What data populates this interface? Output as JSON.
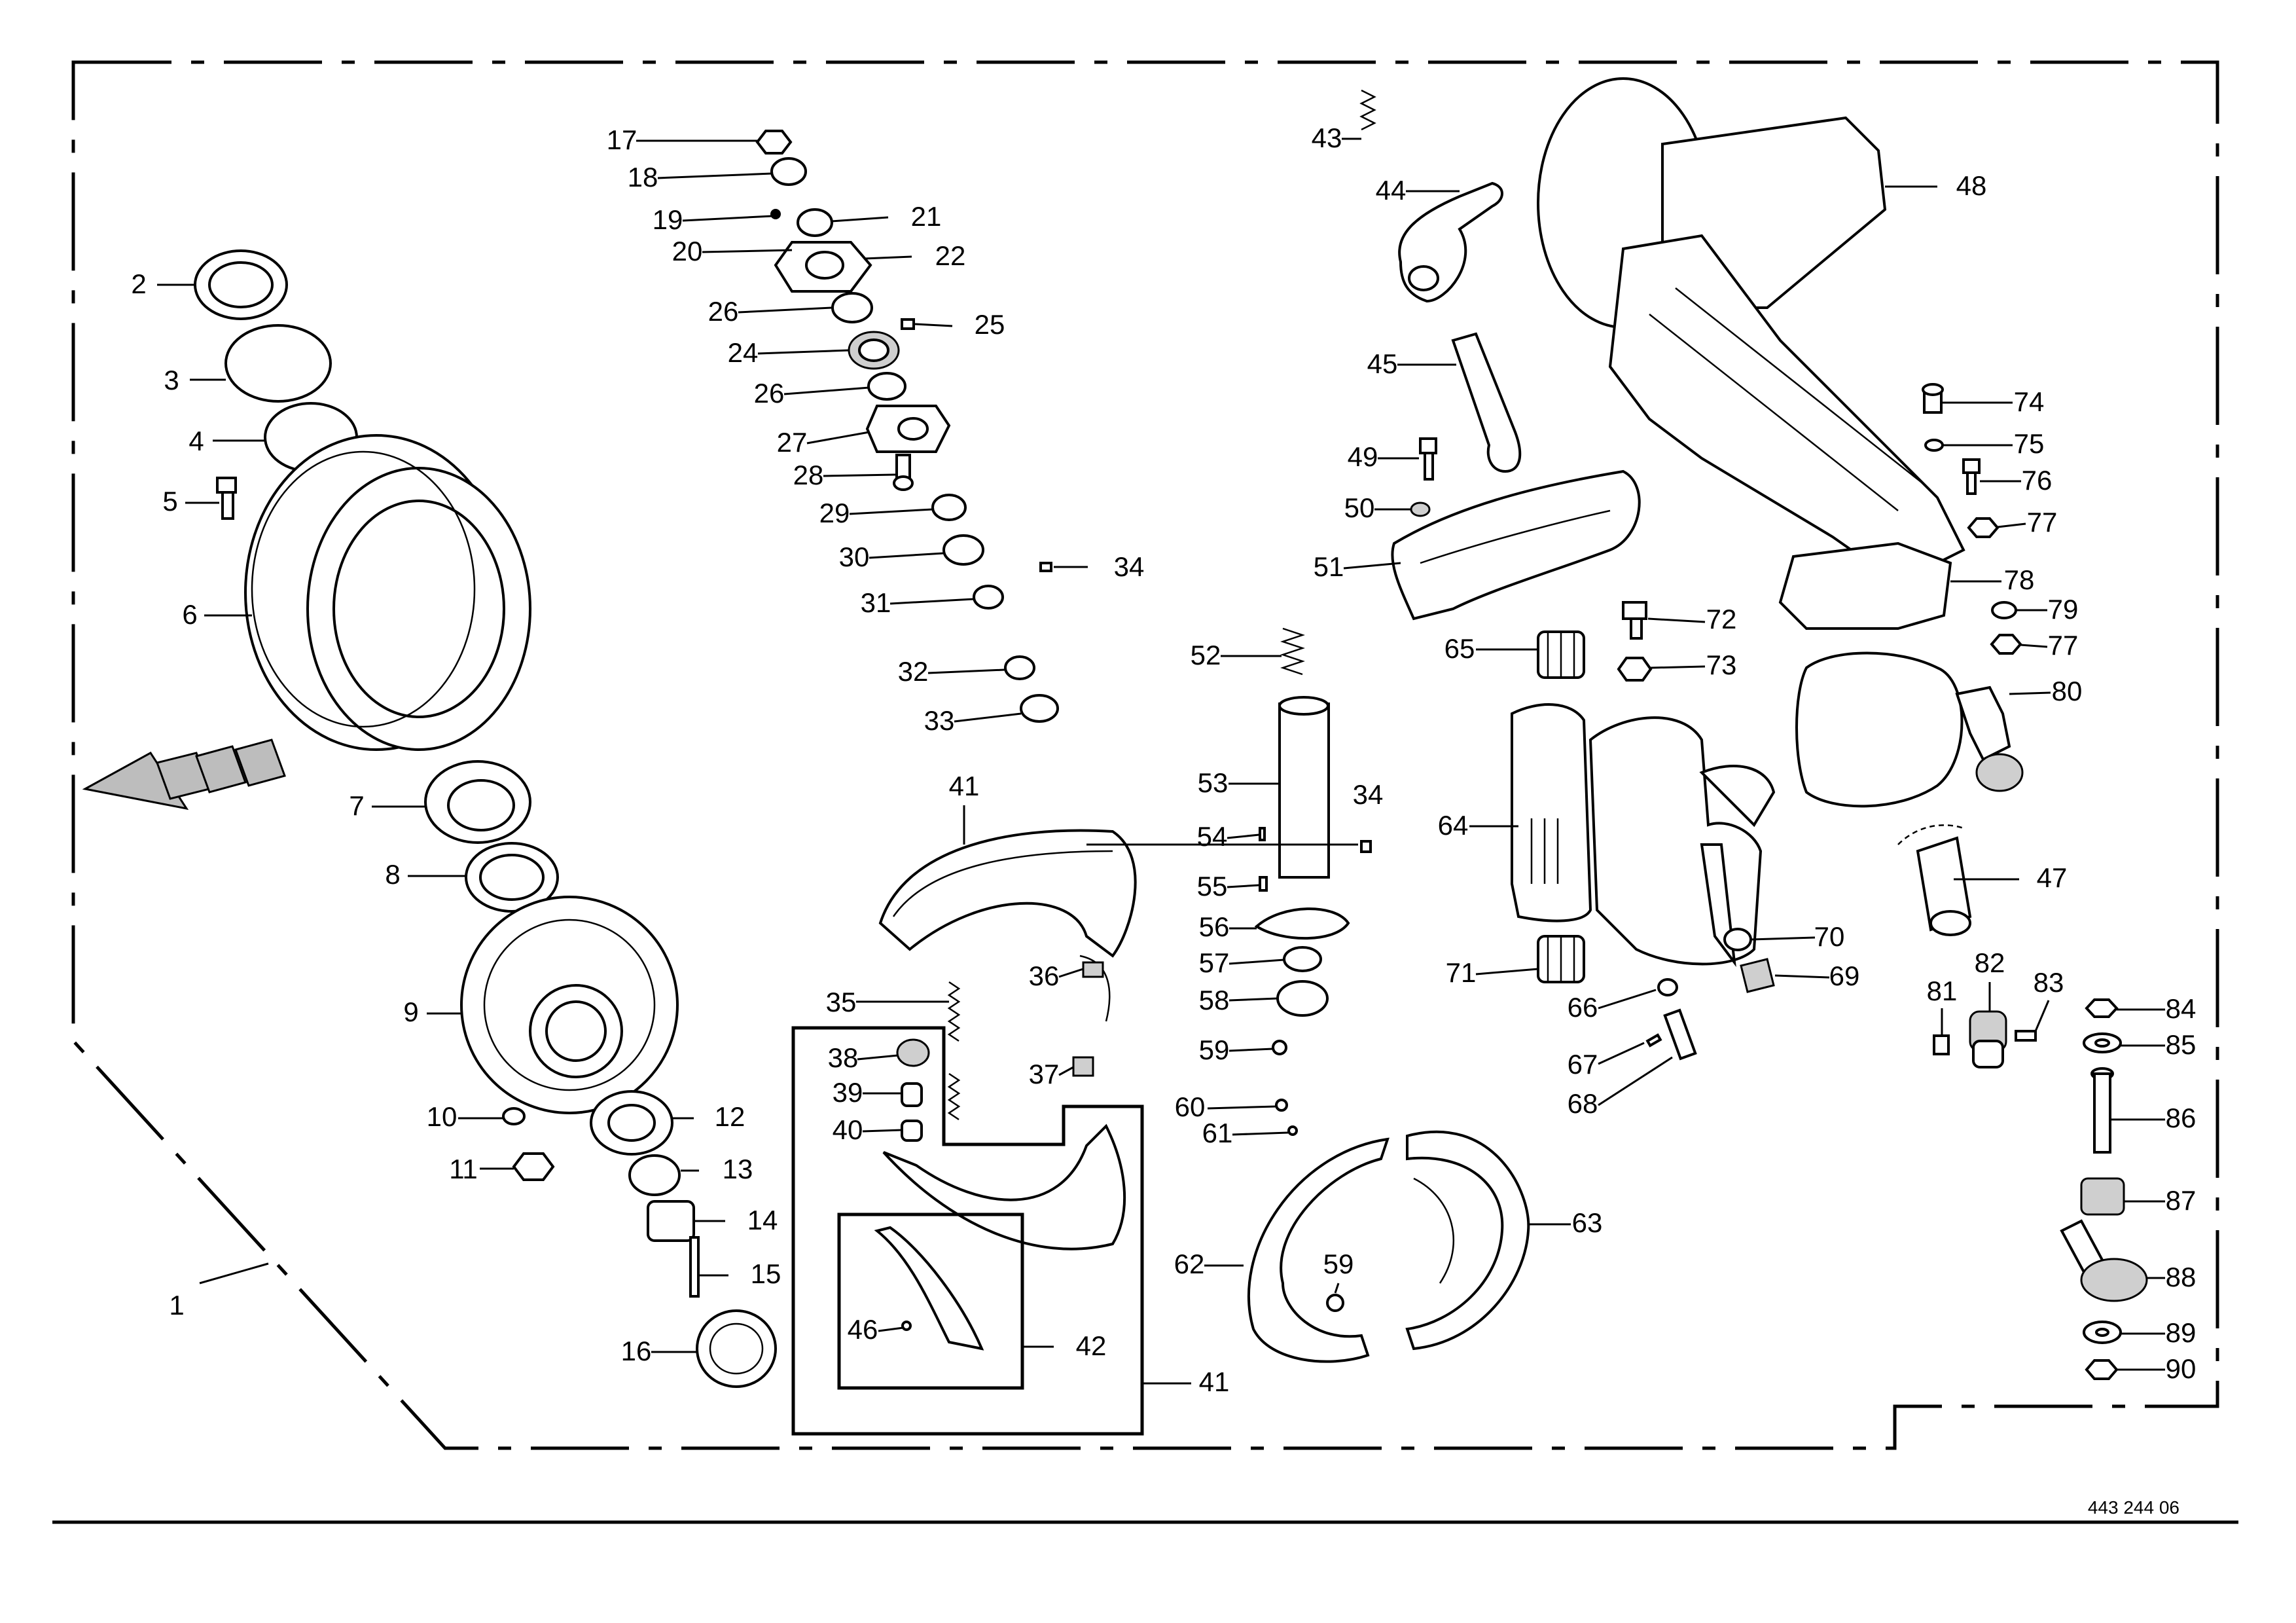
{
  "document": {
    "drawing_number": "443 244 06"
  },
  "callouts": [
    {
      "id": "c1",
      "label": "1"
    },
    {
      "id": "c2",
      "label": "2"
    },
    {
      "id": "c3",
      "label": "3"
    },
    {
      "id": "c4",
      "label": "4"
    },
    {
      "id": "c5",
      "label": "5"
    },
    {
      "id": "c6",
      "label": "6"
    },
    {
      "id": "c7",
      "label": "7"
    },
    {
      "id": "c8",
      "label": "8"
    },
    {
      "id": "c9",
      "label": "9"
    },
    {
      "id": "c10",
      "label": "10"
    },
    {
      "id": "c11",
      "label": "11"
    },
    {
      "id": "c12",
      "label": "12"
    },
    {
      "id": "c13",
      "label": "13"
    },
    {
      "id": "c14",
      "label": "14"
    },
    {
      "id": "c15",
      "label": "15"
    },
    {
      "id": "c16",
      "label": "16"
    },
    {
      "id": "c17",
      "label": "17"
    },
    {
      "id": "c18",
      "label": "18"
    },
    {
      "id": "c19",
      "label": "19"
    },
    {
      "id": "c20",
      "label": "20"
    },
    {
      "id": "c21",
      "label": "21"
    },
    {
      "id": "c22",
      "label": "22"
    },
    {
      "id": "c24",
      "label": "24"
    },
    {
      "id": "c25",
      "label": "25"
    },
    {
      "id": "c26a",
      "label": "26"
    },
    {
      "id": "c26b",
      "label": "26"
    },
    {
      "id": "c27",
      "label": "27"
    },
    {
      "id": "c28",
      "label": "28"
    },
    {
      "id": "c29",
      "label": "29"
    },
    {
      "id": "c30",
      "label": "30"
    },
    {
      "id": "c31",
      "label": "31"
    },
    {
      "id": "c32",
      "label": "32"
    },
    {
      "id": "c33",
      "label": "33"
    },
    {
      "id": "c34a",
      "label": "34"
    },
    {
      "id": "c34b",
      "label": "34"
    },
    {
      "id": "c35",
      "label": "35"
    },
    {
      "id": "c36",
      "label": "36"
    },
    {
      "id": "c37",
      "label": "37"
    },
    {
      "id": "c38",
      "label": "38"
    },
    {
      "id": "c39",
      "label": "39"
    },
    {
      "id": "c40",
      "label": "40"
    },
    {
      "id": "c41a",
      "label": "41"
    },
    {
      "id": "c41b",
      "label": "41"
    },
    {
      "id": "c42",
      "label": "42"
    },
    {
      "id": "c43",
      "label": "43"
    },
    {
      "id": "c44",
      "label": "44"
    },
    {
      "id": "c45",
      "label": "45"
    },
    {
      "id": "c46",
      "label": "46"
    },
    {
      "id": "c47",
      "label": "47"
    },
    {
      "id": "c48",
      "label": "48"
    },
    {
      "id": "c49",
      "label": "49"
    },
    {
      "id": "c50",
      "label": "50"
    },
    {
      "id": "c51",
      "label": "51"
    },
    {
      "id": "c52",
      "label": "52"
    },
    {
      "id": "c53",
      "label": "53"
    },
    {
      "id": "c54",
      "label": "54"
    },
    {
      "id": "c55",
      "label": "55"
    },
    {
      "id": "c56",
      "label": "56"
    },
    {
      "id": "c57",
      "label": "57"
    },
    {
      "id": "c58",
      "label": "58"
    },
    {
      "id": "c59a",
      "label": "59"
    },
    {
      "id": "c59b",
      "label": "59"
    },
    {
      "id": "c60",
      "label": "60"
    },
    {
      "id": "c61",
      "label": "61"
    },
    {
      "id": "c62",
      "label": "62"
    },
    {
      "id": "c63",
      "label": "63"
    },
    {
      "id": "c64",
      "label": "64"
    },
    {
      "id": "c65",
      "label": "65"
    },
    {
      "id": "c66",
      "label": "66"
    },
    {
      "id": "c67",
      "label": "67"
    },
    {
      "id": "c68",
      "label": "68"
    },
    {
      "id": "c69",
      "label": "69"
    },
    {
      "id": "c70",
      "label": "70"
    },
    {
      "id": "c71",
      "label": "71"
    },
    {
      "id": "c72",
      "label": "72"
    },
    {
      "id": "c73",
      "label": "73"
    },
    {
      "id": "c74",
      "label": "74"
    },
    {
      "id": "c75",
      "label": "75"
    },
    {
      "id": "c76",
      "label": "76"
    },
    {
      "id": "c77a",
      "label": "77"
    },
    {
      "id": "c77b",
      "label": "77"
    },
    {
      "id": "c78",
      "label": "78"
    },
    {
      "id": "c79",
      "label": "79"
    },
    {
      "id": "c80",
      "label": "80"
    },
    {
      "id": "c81",
      "label": "81"
    },
    {
      "id": "c82",
      "label": "82"
    },
    {
      "id": "c83",
      "label": "83"
    },
    {
      "id": "c84",
      "label": "84"
    },
    {
      "id": "c85",
      "label": "85"
    },
    {
      "id": "c86",
      "label": "86"
    },
    {
      "id": "c87",
      "label": "87"
    },
    {
      "id": "c88",
      "label": "88"
    },
    {
      "id": "c89",
      "label": "89"
    },
    {
      "id": "c90",
      "label": "90"
    }
  ]
}
